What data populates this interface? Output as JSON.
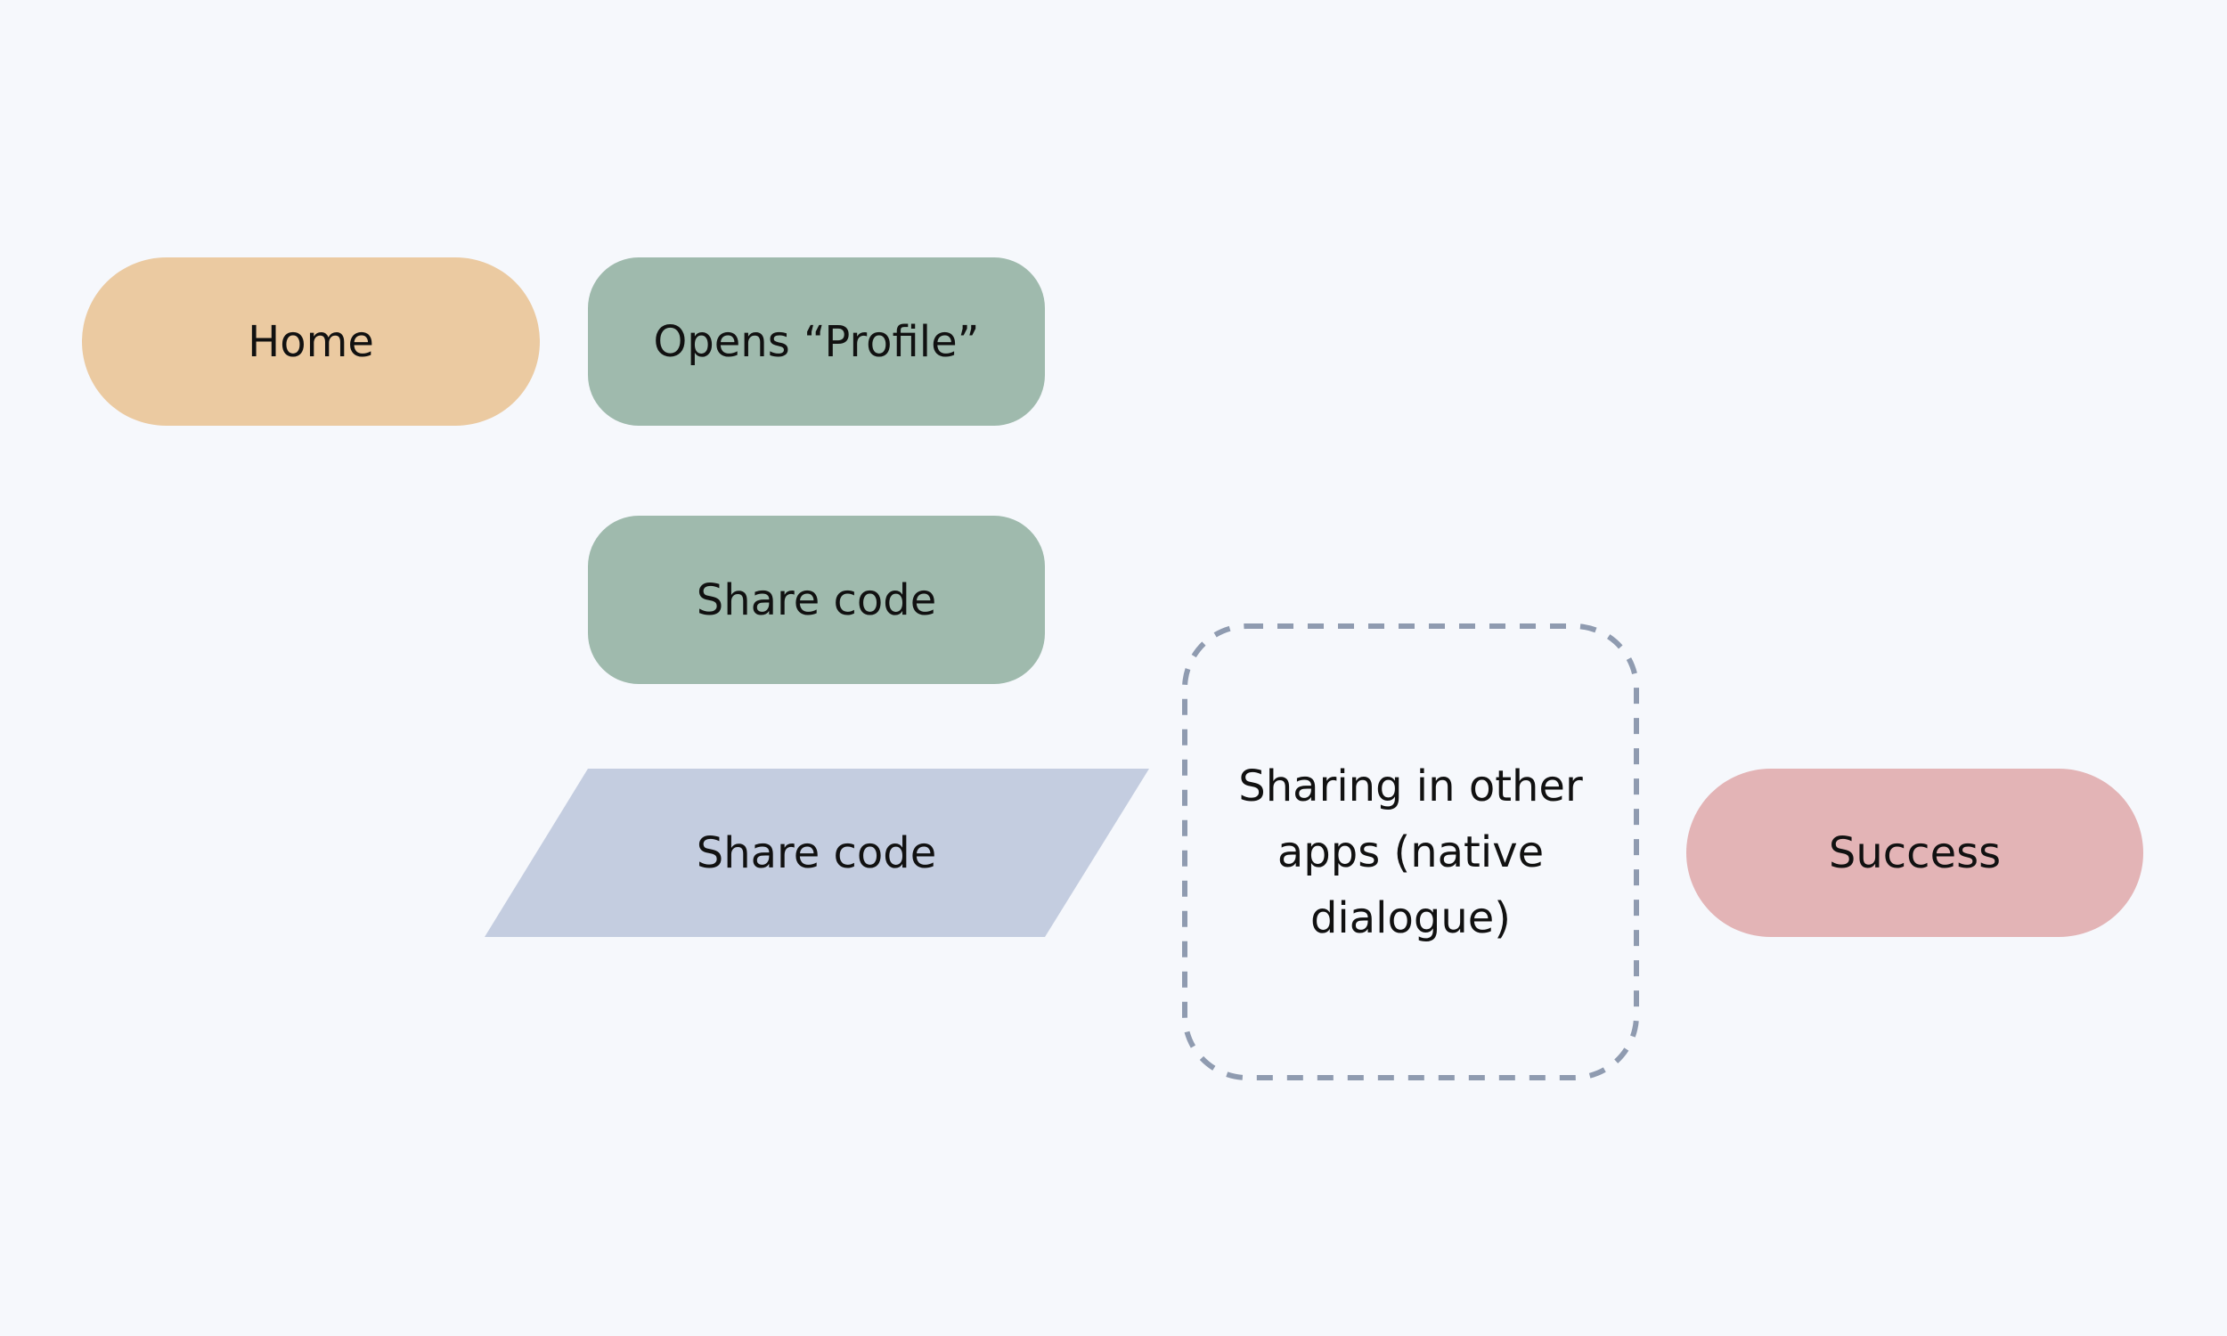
{
  "nodes": {
    "home": "Home",
    "opens_profile": "Opens “Profile”",
    "share_code_action": "Share code",
    "share_code_io": "Share code",
    "sharing_native": "Sharing in other apps (native dialogue)",
    "success": "Success"
  },
  "colors": {
    "background": "#f6f8fc",
    "terminal_start": "#ebcaa1",
    "process": "#9fbaad",
    "io": "#c4cde0",
    "external_border": "#8f9bb0",
    "terminal_end": "#e3b4b6"
  }
}
